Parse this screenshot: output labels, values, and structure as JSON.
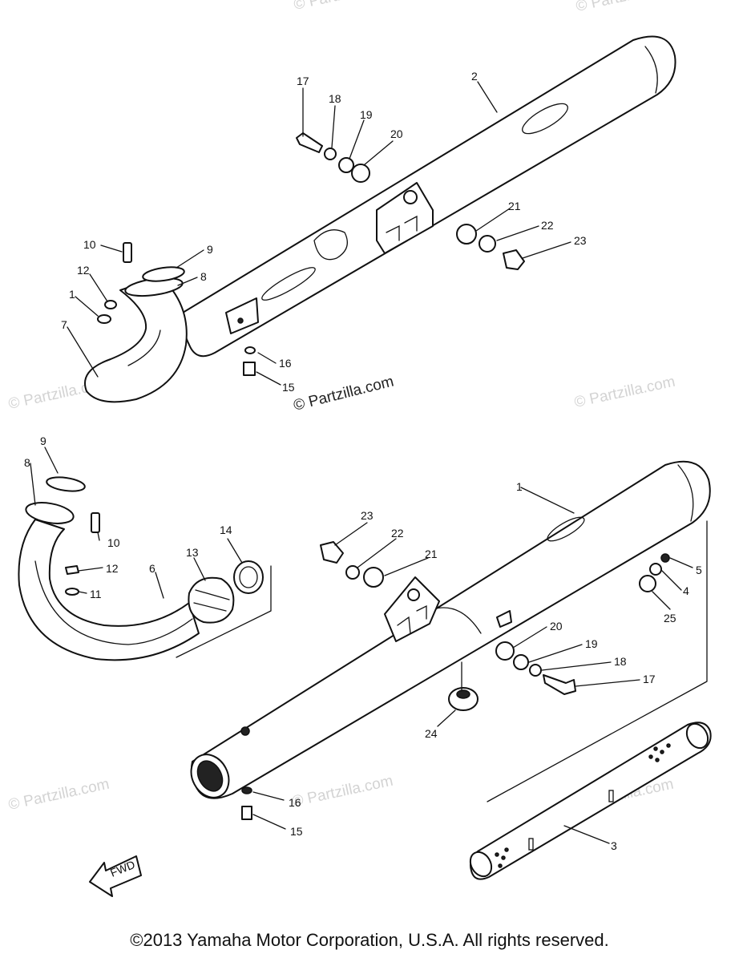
{
  "watermarks": {
    "main": "© Partzilla.com",
    "faded": "© Partzilla.com"
  },
  "callouts": {
    "upper": [
      "17",
      "18",
      "19",
      "20",
      "2",
      "21",
      "22",
      "23",
      "10",
      "9",
      "12",
      "8",
      "1",
      "7",
      "16",
      "15"
    ],
    "lower": [
      "9",
      "8",
      "10",
      "12",
      "11",
      "6",
      "13",
      "14",
      "23",
      "22",
      "21",
      "1",
      "5",
      "4",
      "25",
      "20",
      "19",
      "18",
      "17",
      "24",
      "16",
      "15",
      "3"
    ]
  },
  "fwd_marker": "FWD",
  "copyright": "©2013 Yamaha Motor Corporation, U.S.A. All rights reserved.",
  "colors": {
    "ink": "#111111",
    "watermark": "#d3d3d3",
    "background": "#ffffff"
  }
}
